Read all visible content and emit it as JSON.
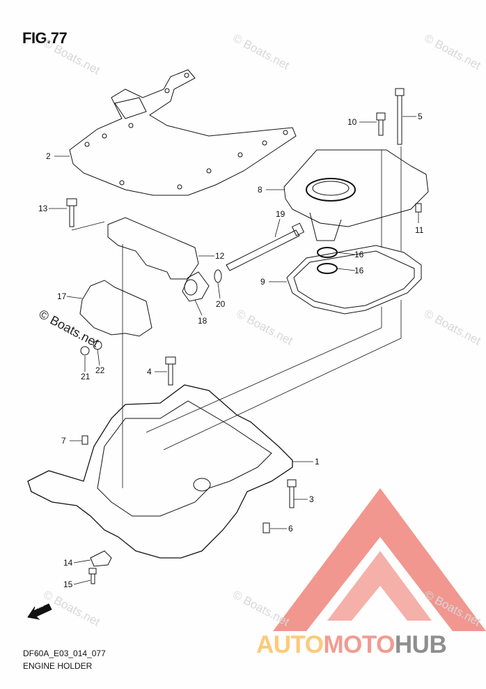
{
  "figure": {
    "title": "FIG.77",
    "code": "DF60A_E03_014_077",
    "name": "ENGINE HOLDER"
  },
  "callouts": [
    "1",
    "2",
    "3",
    "4",
    "5",
    "6",
    "7",
    "8",
    "9",
    "10",
    "11",
    "12",
    "13",
    "14",
    "15",
    "16",
    "16",
    "17",
    "18",
    "19",
    "20",
    "21",
    "22"
  ],
  "watermark": "© Boats.net",
  "fwd_label": "FWD",
  "logo": {
    "parts": [
      "AUTO",
      "MOTO",
      "HUB"
    ],
    "colors": [
      "#fdc97a",
      "#f29b92",
      "#8e8e8e"
    ],
    "triangle_color": "#f08c84"
  }
}
